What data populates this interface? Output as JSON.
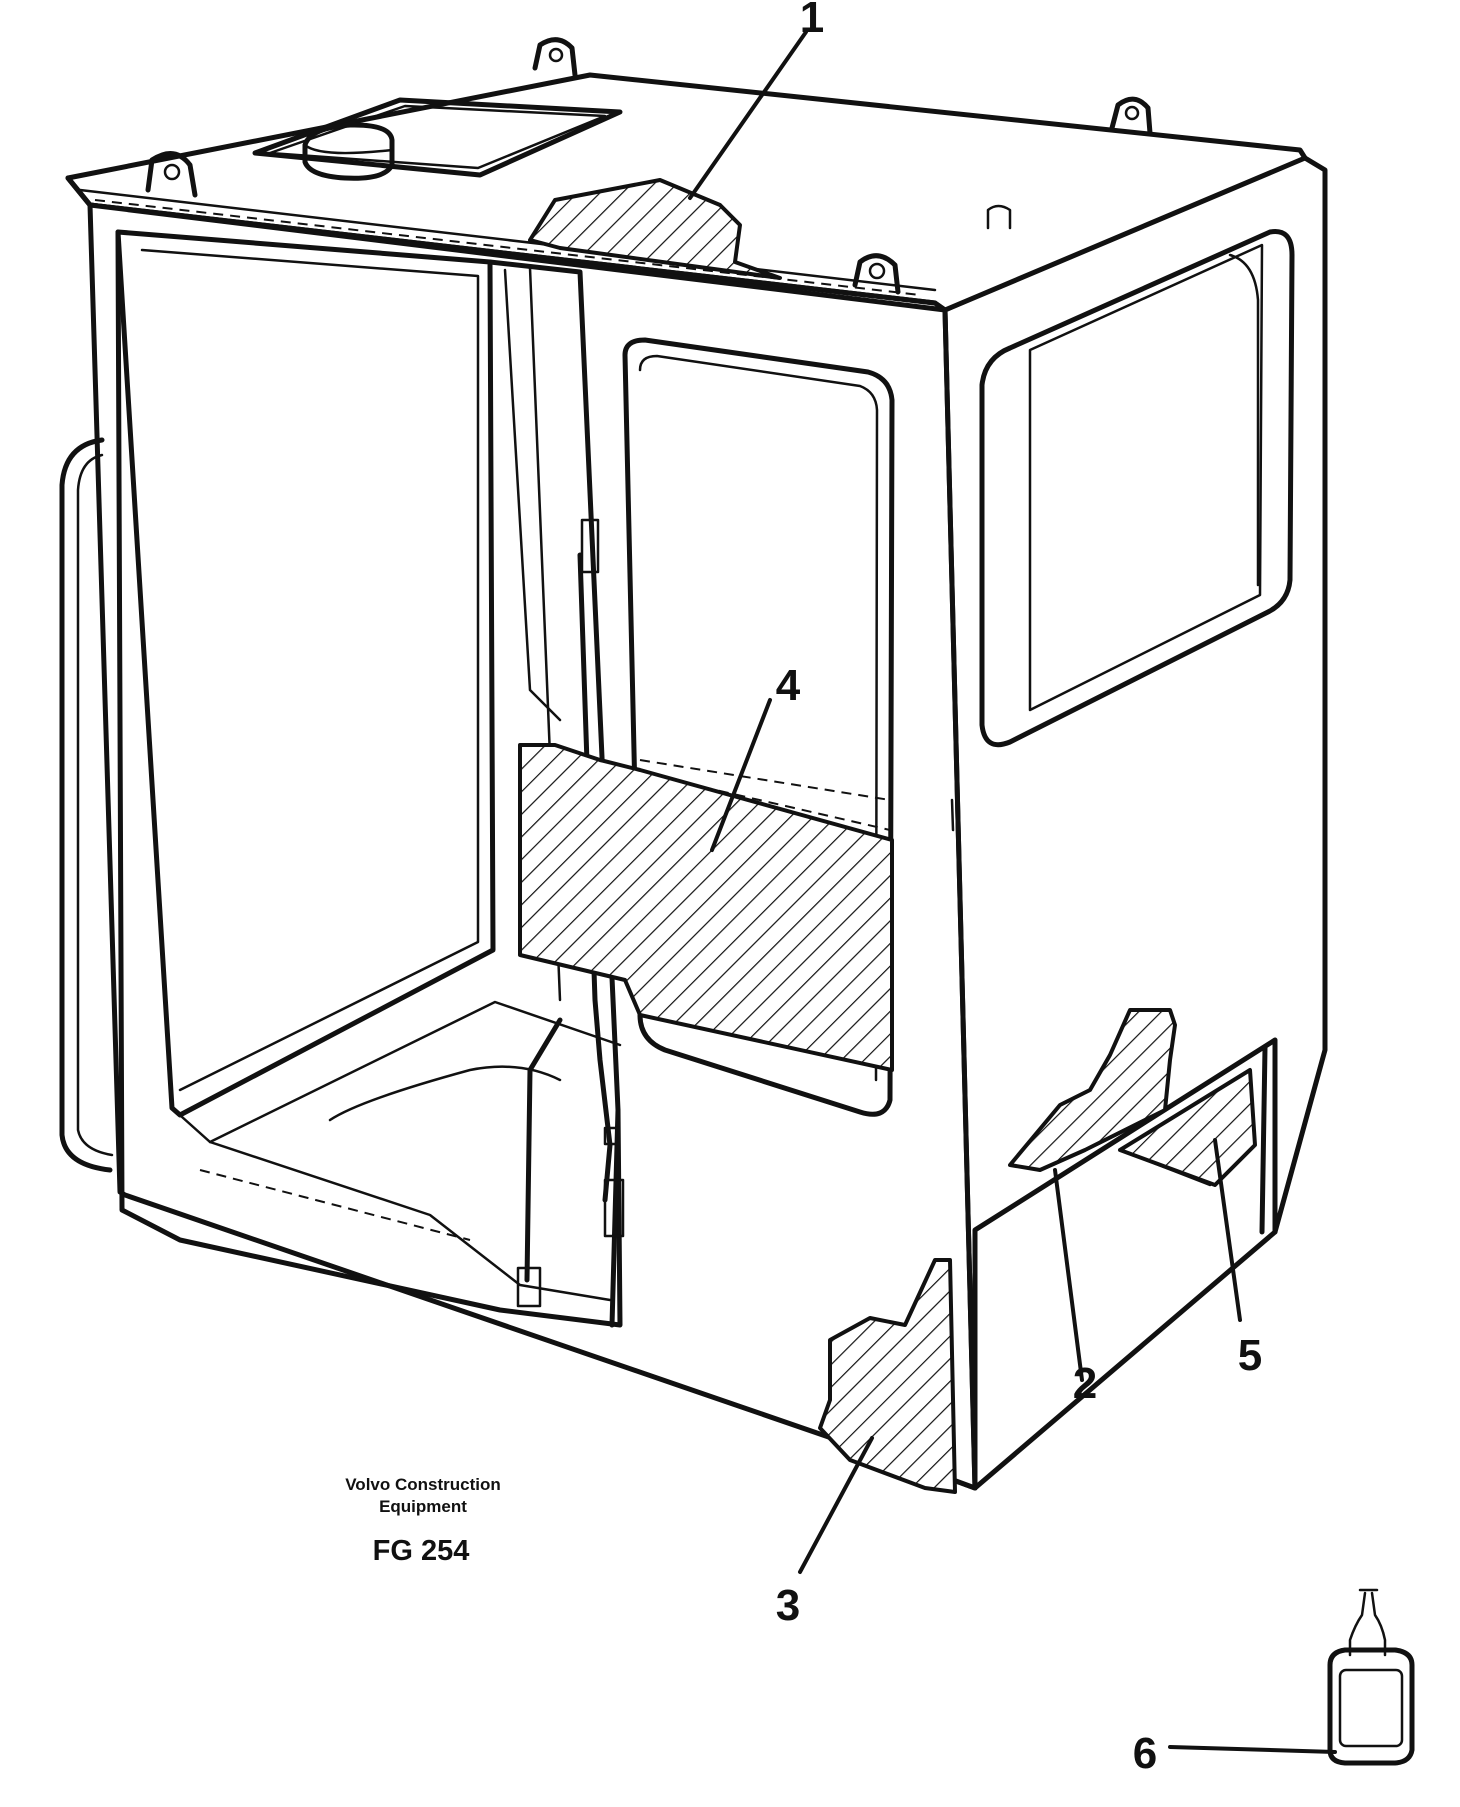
{
  "figure": {
    "credit_line_1": "Volvo Construction",
    "credit_line_2": "Equipment",
    "figure_code": "FG 254"
  },
  "callouts": [
    {
      "id": "1",
      "label": "1"
    },
    {
      "id": "2",
      "label": "2"
    },
    {
      "id": "3",
      "label": "3"
    },
    {
      "id": "4",
      "label": "4"
    },
    {
      "id": "5",
      "label": "5"
    },
    {
      "id": "6",
      "label": "6"
    }
  ],
  "parts": {
    "cab_frame": "cab-frame",
    "roof_insulation": "roof-insulation",
    "side_insulation": "side-insulation",
    "front_insulation": "front-insulation",
    "rear_insulation": "rear-insulation",
    "floor_insulation": "floor-insulation",
    "adhesive_bottle": "adhesive-bottle"
  }
}
